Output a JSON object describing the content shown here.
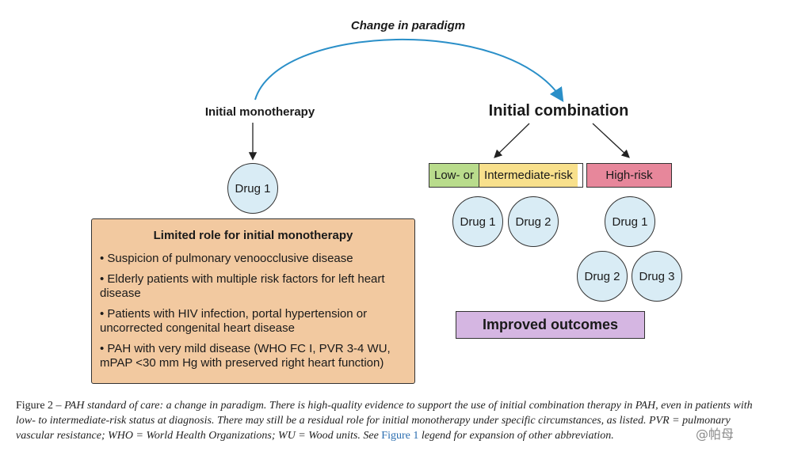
{
  "diagram": {
    "paradigm_label": "Change in paradigm",
    "left_title": "Initial monotherapy",
    "right_title": "Initial combination",
    "left_drug": "Drug 1",
    "risk": {
      "low": "Low- or",
      "intermediate": "Intermediate-risk",
      "high": "High-risk"
    },
    "low_int_drugs": [
      "Drug 1",
      "Drug 2"
    ],
    "high_drugs": [
      "Drug 1",
      "Drug 2",
      "Drug 3"
    ],
    "limited_box": {
      "title": "Limited role for initial monotherapy",
      "items": [
        "• Suspicion of pulmonary venoocclusive disease",
        "• Elderly patients with multiple risk factors for left heart disease",
        "• Patients with HIV infection, portal hypertension or uncorrected congenital heart disease",
        "• PAH with very mild disease (WHO FC I, PVR 3-4 WU, mPAP <30 mm Hg with preserved right heart function)"
      ]
    },
    "outcomes": "Improved outcomes",
    "colors": {
      "drug_circle": "#d9ecf5",
      "low_risk": "#b9dc8c",
      "intermediate_risk": "#f8e08c",
      "high_risk": "#e7879b",
      "limited_box": "#f2c9a0",
      "outcomes": "#d5b6e2",
      "paradigm_arrow": "#2a8fc8"
    }
  },
  "caption": {
    "lead": "Figure 2 – ",
    "body": "PAH standard of care: a change in paradigm. There is high-quality evidence to support the use of initial combination therapy in PAH, even in patients with low- to intermediate-risk status at diagnosis. There may still be a residual role for initial monotherapy under specific circumstances, as listed. PVR = pulmonary vascular resistance; WHO = World Health Organizations; WU = Wood units. See ",
    "link": "Figure 1",
    "tail": " legend for expansion of other abbreviation."
  },
  "watermark": "@帕母"
}
